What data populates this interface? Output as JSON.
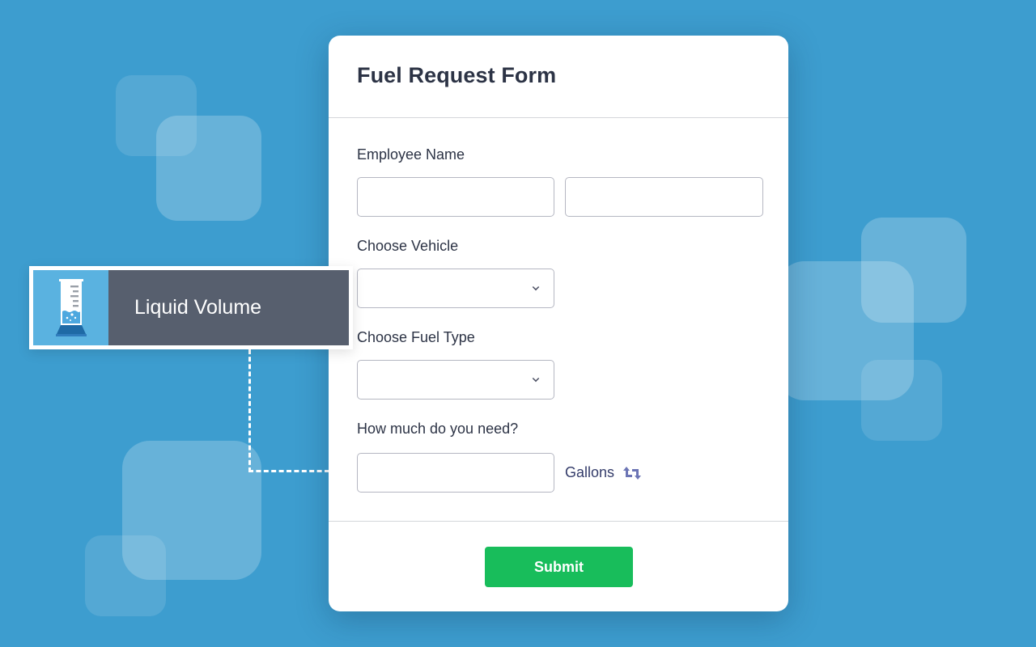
{
  "form": {
    "title": "Fuel Request Form",
    "fields": [
      {
        "label": "Employee Name",
        "type": "text-pair",
        "values": [
          "",
          ""
        ]
      },
      {
        "label": "Choose Vehicle",
        "type": "dropdown",
        "value": ""
      },
      {
        "label": "Choose Fuel Type",
        "type": "dropdown",
        "value": ""
      },
      {
        "label": "How much do you need?",
        "type": "number",
        "value": "",
        "unit": "Gallons",
        "unit_icon": "swap-icon"
      }
    ],
    "submit_label": "Submit"
  },
  "widget_tag": {
    "label": "Liquid Volume",
    "icon": "graduated-cylinder-icon"
  },
  "colors": {
    "background": "#3d9dcf",
    "submit": "#18bd5b",
    "tag_icon_bg": "#5ab2e0",
    "tag_label_bg": "#575f6e",
    "title_text": "#2c3345",
    "unit_text": "#343c6a"
  }
}
